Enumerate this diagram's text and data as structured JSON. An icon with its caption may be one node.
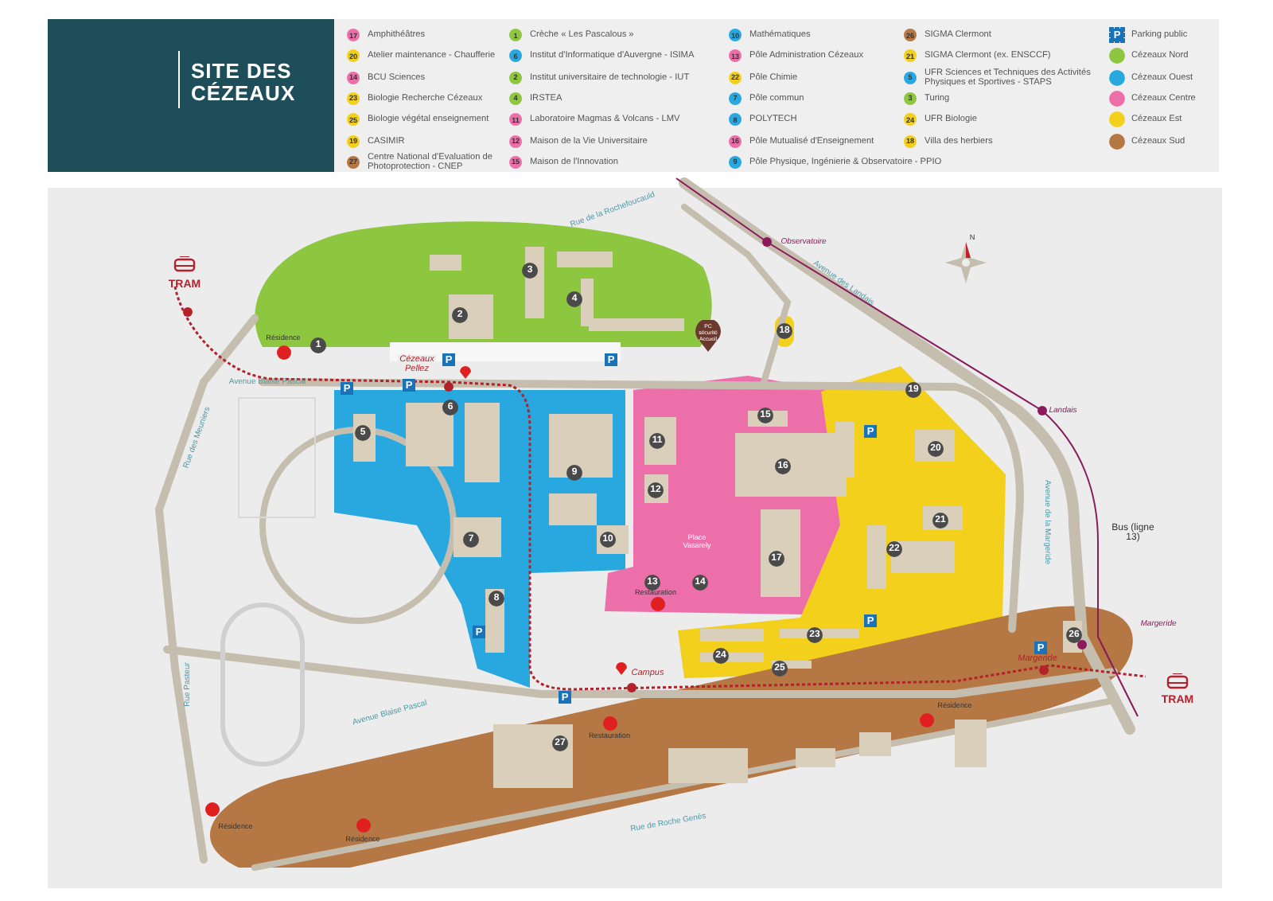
{
  "diagram": {
    "title": "SITE DES CÉZEAUX",
    "labels": [
      "17",
      "20",
      "14",
      "23",
      "25",
      "19",
      "27",
      "1",
      "6",
      "2",
      "4",
      "11",
      "12",
      "15",
      "10",
      "13",
      "22",
      "7",
      "8",
      "16",
      "9",
      "26",
      "21",
      "5",
      "3",
      "24",
      "18",
      "P",
      "1",
      "2",
      "3",
      "4",
      "5",
      "6",
      "7",
      "8",
      "9",
      "10",
      "11",
      "12",
      "13",
      "14",
      "15",
      "16",
      "17",
      "18",
      "19",
      "20",
      "21",
      "22",
      "23",
      "24",
      "25",
      "26",
      "27",
      "P",
      "P",
      "P",
      "P",
      "P",
      "P",
      "P",
      "P",
      "P",
      "Rue de la Rochefoucauld",
      "Observatoire",
      "N",
      "TRAM",
      "Résidence",
      "PC sécurité Accueil",
      "Avenue des Landais",
      "Cézeaux Pellez",
      "Avenue Blaise Pascal",
      "Landais",
      "Rue des Meuniers",
      "Place Vasarely",
      "Bus (ligne 13)",
      "Avenue de la Margeride",
      "Restauration",
      "Margeride",
      "Margeride",
      "TRAM",
      "Campus",
      "Avenue Blaise Pascal",
      "Rue Pasteur",
      "Restauration",
      "Résidence",
      "Résidence",
      "Résidence",
      "Rue de Roche Genès"
    ],
    "legend": [
      {
        "text": "Amphithéâtres",
        "color": "#ec6fa9"
      },
      {
        "text": "Atelier maintenance - Chaufferie",
        "color": "#f2d01b"
      },
      {
        "text": "BCU Sciences",
        "color": "#ec6fa9"
      },
      {
        "text": "Biologie Recherche Cézeaux",
        "color": "#f2d01b"
      },
      {
        "text": "Biologie végétal enseignement",
        "color": "#f2d01b"
      },
      {
        "text": "CASIMIR",
        "color": "#f2d01b"
      },
      {
        "text": "Centre National d'Evaluation de Photoprotection - CNEP",
        "color": "#b57744"
      },
      {
        "text": "Crèche « Les Pascalous »",
        "color": "#8dc63f"
      },
      {
        "text": "Institut d'Informatique d'Auvergne - ISIMA",
        "color": "#29a8e0"
      },
      {
        "text": "Institut universitaire de technologie - IUT",
        "color": "#8dc63f"
      },
      {
        "text": "IRSTEA",
        "color": "#8dc63f"
      },
      {
        "text": "Laboratoire Magmas & Volcans - LMV",
        "color": "#ec6fa9"
      },
      {
        "text": "Maison de la Vie Universitaire",
        "color": "#ec6fa9"
      },
      {
        "text": "Maison de l'Innovation",
        "color": "#ec6fa9"
      },
      {
        "text": "Mathématiques",
        "color": "#29a8e0"
      },
      {
        "text": "Pôle Administration Cézeaux",
        "color": "#ec6fa9"
      },
      {
        "text": "Pôle Chimie",
        "color": "#f2d01b"
      },
      {
        "text": "Pôle commun",
        "color": "#29a8e0"
      },
      {
        "text": "POLYTECH",
        "color": "#29a8e0"
      },
      {
        "text": "Pôle Mutualisé d'Enseignement",
        "color": "#ec6fa9"
      },
      {
        "text": "Pôle Physique, Ingénierie & Observatoire - PPIO",
        "color": "#29a8e0"
      },
      {
        "text": "SIGMA Clermont",
        "color": "#b57744"
      },
      {
        "text": "SIGMA Clermont (ex. ENSCCF)",
        "color": "#f2d01b"
      },
      {
        "text": "UFR Sciences et Techniques des Activités Physiques et Sportives - STAPS",
        "color": "#29a8e0"
      },
      {
        "text": "Turing",
        "color": "#8dc63f"
      },
      {
        "text": "UFR Biologie",
        "color": "#f2d01b"
      },
      {
        "text": "Villa des herbiers",
        "color": "#f2d01b"
      },
      {
        "text": "Parking public"
      },
      {
        "text": "Cézeaux Nord",
        "color": "#8dc63f"
      },
      {
        "text": "Cézeaux Ouest",
        "color": "#29a8e0"
      },
      {
        "text": "Cézeaux Centre",
        "color": "#ec6fa9"
      },
      {
        "text": "Cézeaux Est",
        "color": "#f2d01b"
      },
      {
        "text": "Cézeaux Sud",
        "color": "#b57744"
      }
    ]
  }
}
